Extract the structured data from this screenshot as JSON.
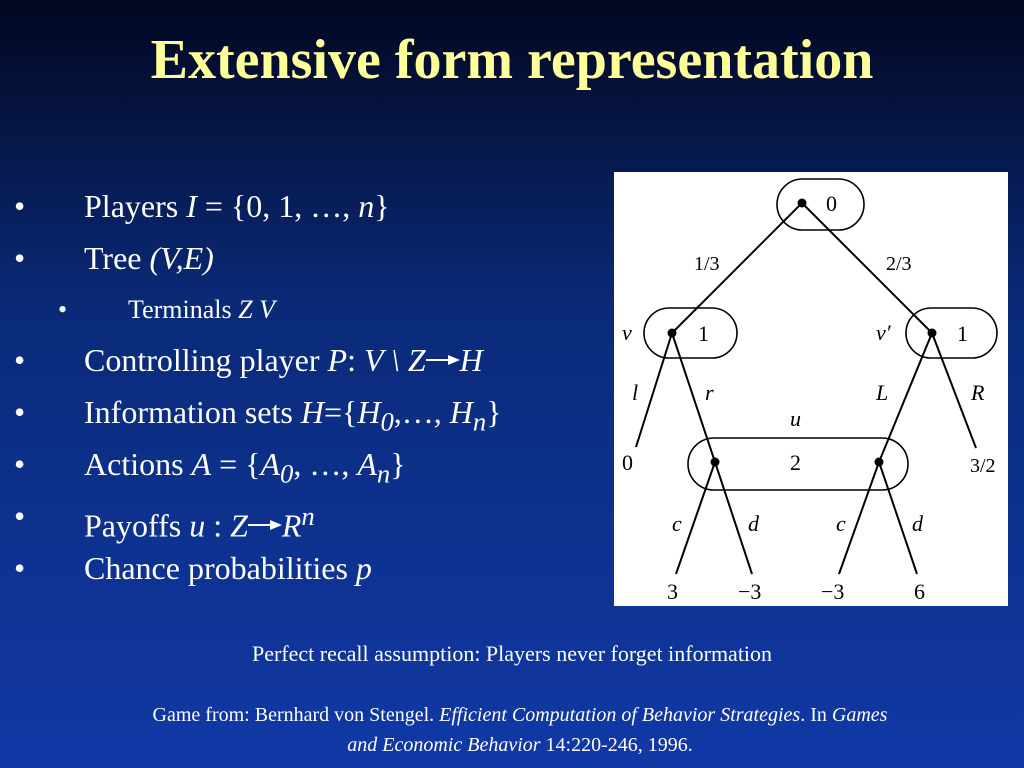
{
  "title": "Extensive form representation",
  "bullet_char": "•",
  "bullets": {
    "players": {
      "label": "Players ",
      "var": "I",
      "rest": " = {0, 1, …, ",
      "n": "n",
      "close": "}"
    },
    "tree": {
      "label": "Tree ",
      "var": "(V,E)"
    },
    "terminals": {
      "label": "Terminals ",
      "var1": "Z",
      "symbol": "",
      "var2": "V"
    },
    "controlling": {
      "label": "Controlling player ",
      "var": "P",
      "colon": ": ",
      "dom": "V \\ Z",
      "cod": "H"
    },
    "info_sets": {
      "label": "Information sets ",
      "var": "H",
      "eq": "={",
      "h": "H",
      "sub0": "0",
      "mid": ",…, ",
      "h2": "H",
      "subn": "n",
      "close": "}"
    },
    "actions": {
      "label": "Actions ",
      "var": "A",
      "eq": " = {",
      "a": "A",
      "sub0": "0",
      "mid": ", …, ",
      "a2": "A",
      "subn": "n",
      "close": "}"
    },
    "payoffs": {
      "label": "Payoffs ",
      "var": "u",
      "colon": " : ",
      "dom": "Z",
      "cod": "R",
      "sup": "n"
    },
    "chance": {
      "label": "Chance probabilities  ",
      "var": "p"
    }
  },
  "diagram": {
    "root_player": "0",
    "left_player": "1",
    "right_player": "1",
    "chance_left": "1/3",
    "chance_right": "2/3",
    "node_v": "v",
    "node_v_prime": "v′",
    "action_l": "l",
    "action_r": "r",
    "action_L": "L",
    "action_R": "R",
    "info_set_label": "u",
    "info_set_player": "2",
    "action_c1": "c",
    "action_d1": "d",
    "action_c2": "c",
    "action_d2": "d",
    "payoff_l": "0",
    "payoff_R": "3/2",
    "payoff_1": "3",
    "payoff_2": "−3",
    "payoff_3": "−3",
    "payoff_4": "6"
  },
  "footnote": "Perfect recall assumption: Players never forget information",
  "citation": {
    "prefix": "Game from: Bernhard von Stengel. ",
    "title": "Efficient Computation of Behavior Strategies",
    "mid": ". In ",
    "journal": "Games and Economic Behavior",
    "suffix": " 14:220-246, 1996."
  }
}
